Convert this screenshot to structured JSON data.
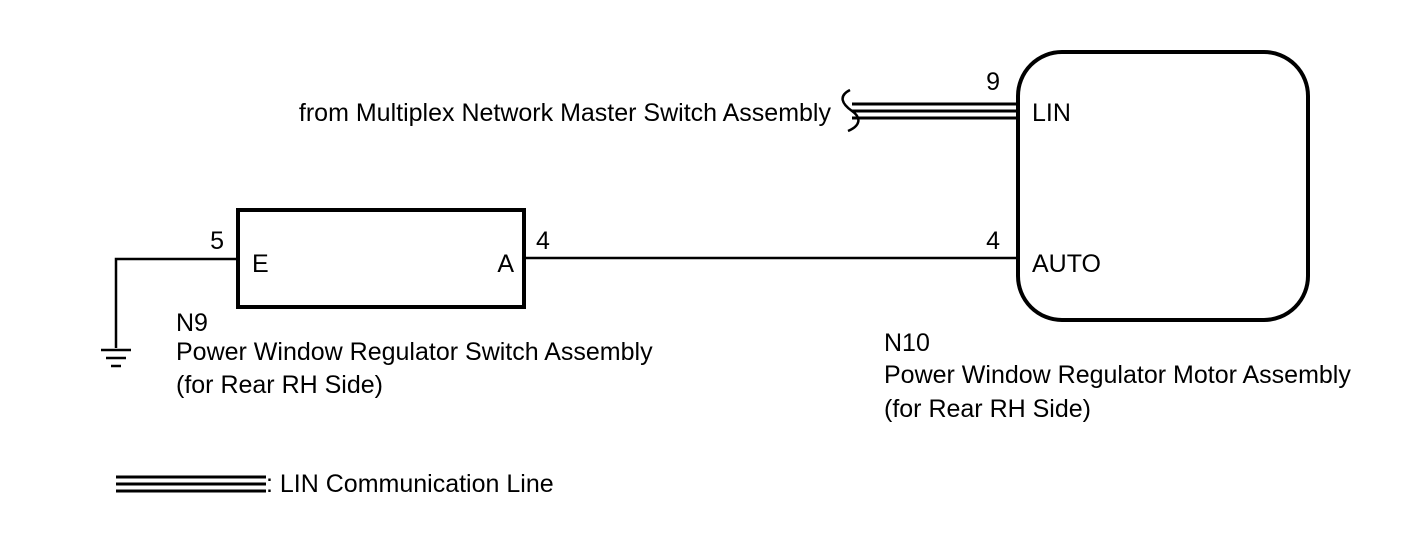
{
  "source_label": "from Multiplex Network Master Switch Assembly",
  "switch_component": {
    "code": "N9",
    "name": "Power Window Regulator Switch Assembly",
    "side": "(for Rear RH Side)",
    "pins": {
      "e": {
        "number": "5",
        "label": "E"
      },
      "a": {
        "number": "4",
        "label": "A"
      }
    }
  },
  "motor_component": {
    "code": "N10",
    "name": "Power Window Regulator Motor Assembly",
    "side": "(for Rear RH Side)",
    "pins": {
      "lin": {
        "number": "9",
        "label": "LIN"
      },
      "auto": {
        "number": "4",
        "label": "AUTO"
      }
    }
  },
  "legend": {
    "lin_line": ": LIN Communication Line"
  }
}
